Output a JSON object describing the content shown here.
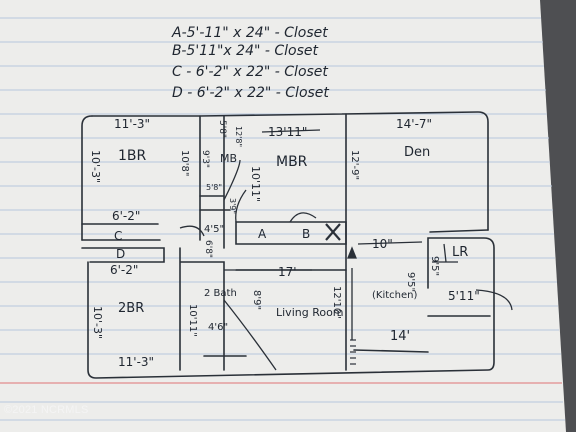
{
  "closets": [
    {
      "text": "A-5'-11\" x 24\" - Closet"
    },
    {
      "text": "B-5'11\"x 24\" - Closet"
    },
    {
      "text": "C - 6'-2\" x 22\" - Closet"
    },
    {
      "text": "D - 6'-2\" x 22\" - Closet"
    }
  ],
  "rooms": {
    "br1": {
      "name": "1BR",
      "width": "11'-3\"",
      "height": "10'-3\""
    },
    "closet_c": {
      "label": "C",
      "width": "6'-2\""
    },
    "closet_d": {
      "label": "D",
      "width": "6'-2\""
    },
    "br2": {
      "name": "2BR",
      "height": "10'-3\"",
      "width": "11'-3\""
    },
    "mb": {
      "name": "MB",
      "dim1": "9'3\"",
      "dim2": "10'8\"",
      "dim3": "5'8\"",
      "dim4": "3'9\"",
      "dim5": "5'8\"",
      "dim6": "12'8\""
    },
    "mbr": {
      "name": "MBR",
      "width": "13'11\"",
      "height": "10'11\""
    },
    "closets_ab": {
      "a": "A",
      "b": "B",
      "dim": "4'5\""
    },
    "den": {
      "name": "Den",
      "width": "14'-7\"",
      "height": "12'-9\""
    },
    "hall": {
      "dim1": "6'8\"",
      "dim2": "10'11\"",
      "dim3": "4'6\""
    },
    "bath": {
      "name": "2 Bath",
      "dim": "8'9\""
    },
    "living": {
      "name": "Living Room",
      "width": "17'",
      "height": "12'10\""
    },
    "kitchen": {
      "name": "(Kitchen)",
      "width": "10\"",
      "height": "9'5\"",
      "dim": "14'"
    },
    "lr": {
      "name": "LR",
      "width": "5'11\"",
      "height": "9'5\""
    }
  },
  "watermark": "©2021 NCRMLS"
}
